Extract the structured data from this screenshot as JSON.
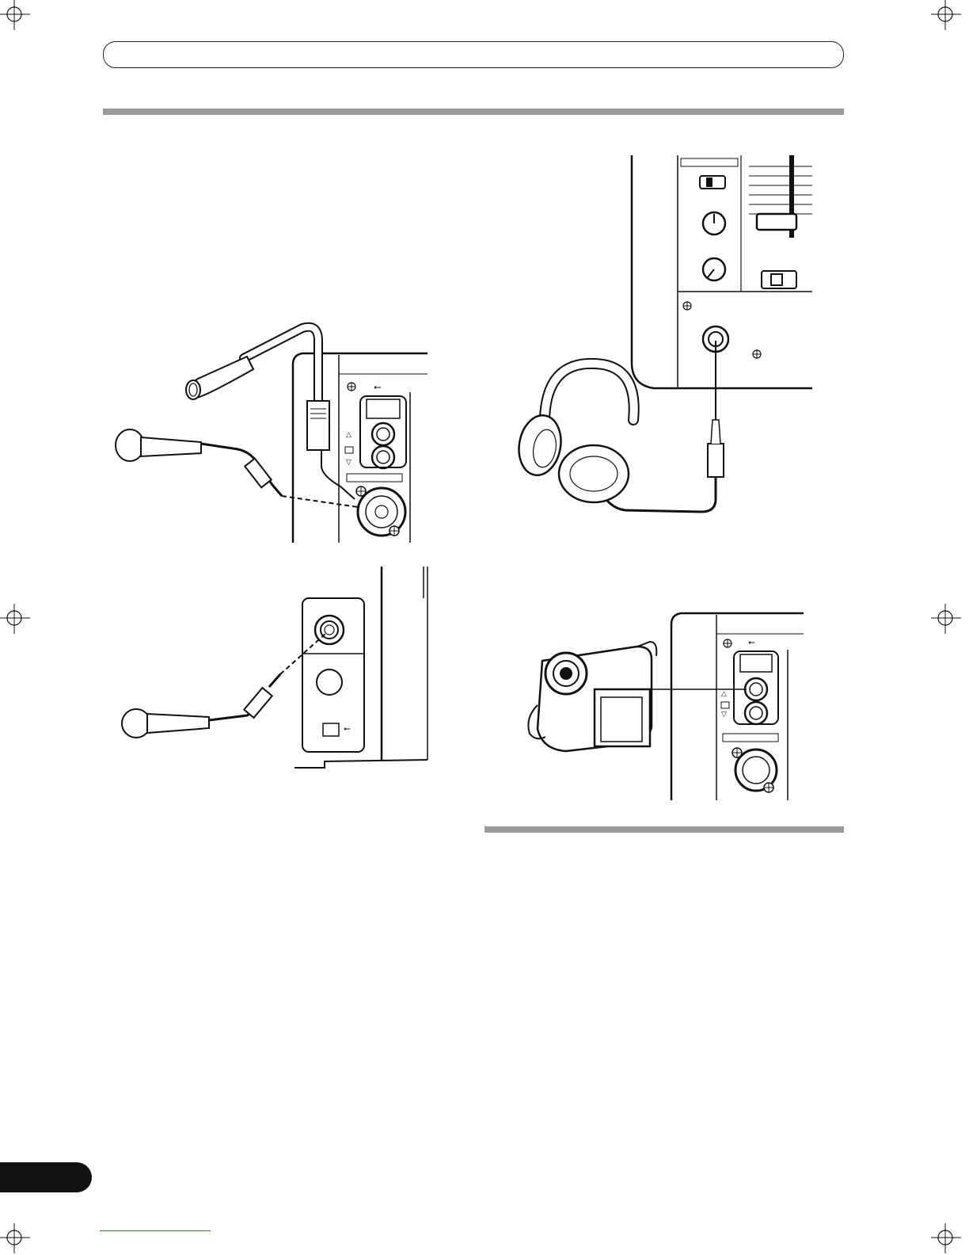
{
  "page": {
    "header_text": "",
    "page_number": ""
  },
  "figures": [
    {
      "id": "mic-to-combo-jack",
      "caption": ""
    },
    {
      "id": "mic-to-front-jack",
      "caption": ""
    },
    {
      "id": "headphones-to-phones-jack",
      "caption": ""
    },
    {
      "id": "camcorder-to-line-input",
      "caption": ""
    }
  ],
  "colors": {
    "ink": "#111111",
    "section_bar": "#9a9a9a",
    "page_tab": "#111111"
  }
}
